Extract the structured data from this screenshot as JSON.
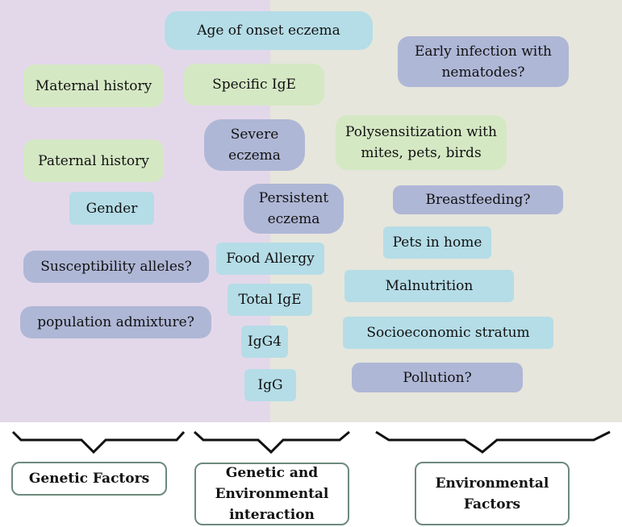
{
  "colors": {
    "genetic_region": "#e3d8ea",
    "environmental_region": "#e6e6dc",
    "green_pill": "#d5e8c4",
    "blue_pill": "#b5dde7",
    "slate_pill": "#afb7d6",
    "box_border": "#6c8a7d",
    "brace": "#111111"
  },
  "nodes": {
    "age_onset": "Age of onset eczema",
    "maternal_history": "Maternal history",
    "specific_ige": "Specific IgE",
    "early_infection": "Early infection with nematodes?",
    "paternal_history": "Paternal history",
    "severe_eczema": "Severe eczema",
    "polysensitization": "Polysensitization with mites, pets, birds",
    "gender": "Gender",
    "persistent_eczema": "Persistent eczema",
    "breastfeeding": "Breastfeeding?",
    "pets_home": "Pets in home",
    "susceptibility": "Susceptibility alleles?",
    "food_allergy": "Food Allergy",
    "malnutrition": "Malnutrition",
    "total_ige": "Total IgE",
    "population": "population admixture?",
    "socioeconomic": "Socioeconomic stratum",
    "igg4": "IgG4",
    "pollution": "Pollution?",
    "igg": "IgG"
  },
  "categories": {
    "genetic": "Genetic Factors",
    "interaction": "Genetic and Environmental interaction",
    "environmental": "Environmental Factors"
  }
}
